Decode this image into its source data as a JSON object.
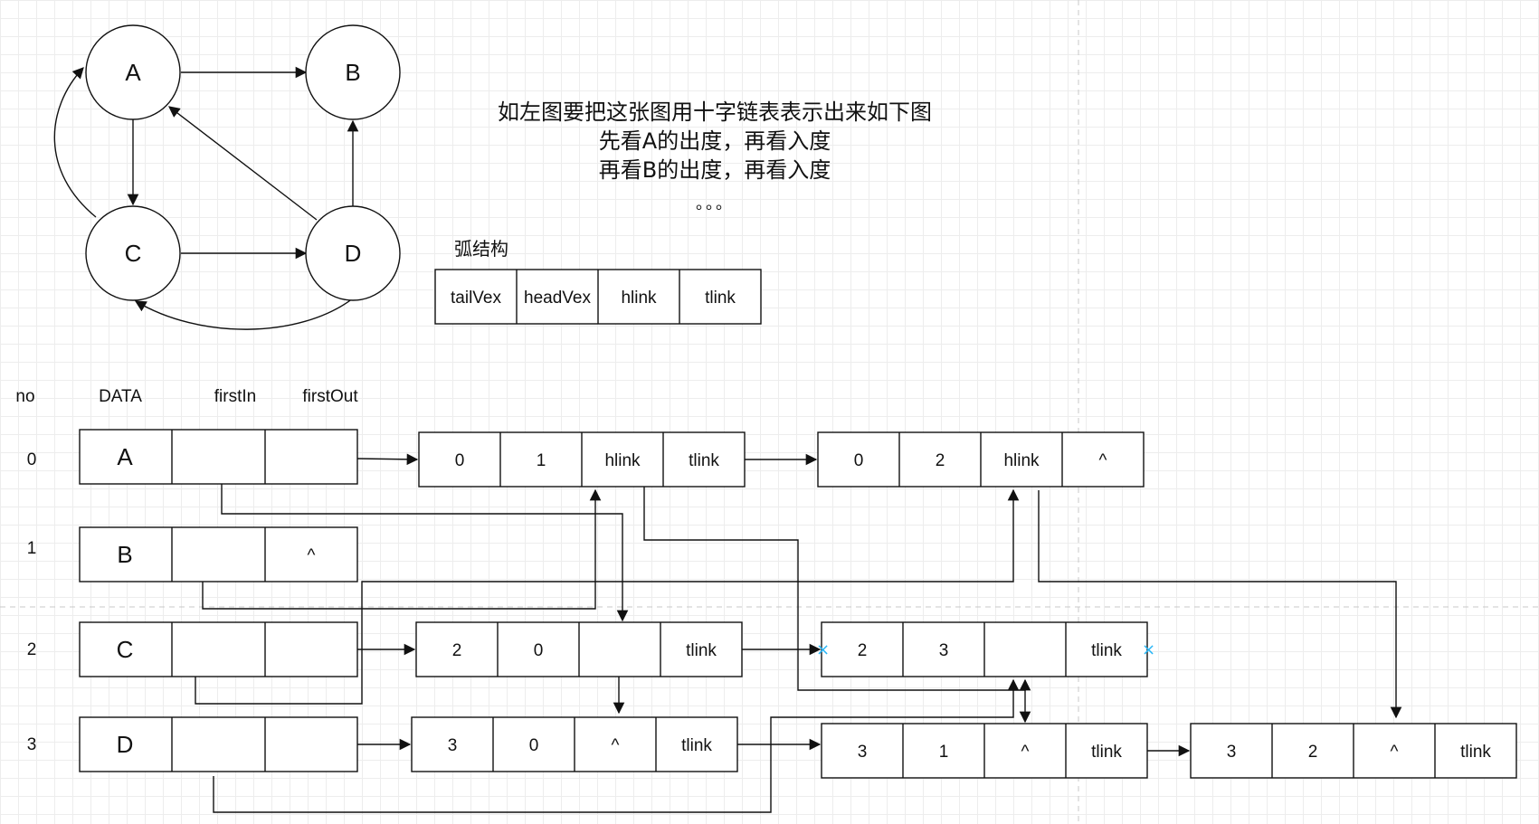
{
  "graph": {
    "nodes": [
      "A",
      "B",
      "C",
      "D"
    ],
    "edges": [
      [
        "A",
        "B"
      ],
      [
        "A",
        "C"
      ],
      [
        "C",
        "D"
      ],
      [
        "D",
        "B"
      ],
      [
        "D",
        "A"
      ],
      [
        "C",
        "A"
      ],
      [
        "D",
        "C"
      ]
    ]
  },
  "note": {
    "lines": [
      "如左图要把这张图用十字链表表示出来如下图",
      "先看A的出度，再看入度",
      "再看B的出度，再看入度",
      "。。。"
    ]
  },
  "arc_structure": {
    "label": "弧结构",
    "fields": [
      "tailVex",
      "headVex",
      "hlink",
      "tlink"
    ]
  },
  "vertex_table": {
    "headers": [
      "no",
      "DATA",
      "firstIn",
      "firstOut"
    ],
    "rows": [
      {
        "no": "0",
        "data": "A",
        "firstIn": "",
        "firstOut": ""
      },
      {
        "no": "1",
        "data": "B",
        "firstIn": "",
        "firstOut": "^"
      },
      {
        "no": "2",
        "data": "C",
        "firstIn": "",
        "firstOut": ""
      },
      {
        "no": "3",
        "data": "D",
        "firstIn": "",
        "firstOut": ""
      }
    ]
  },
  "arc_nodes": [
    {
      "id": "a01",
      "cells": [
        "0",
        "1",
        "hlink",
        "tlink"
      ]
    },
    {
      "id": "a02",
      "cells": [
        "0",
        "2",
        "hlink",
        "^"
      ]
    },
    {
      "id": "a20",
      "cells": [
        "2",
        "0",
        "",
        "tlink"
      ]
    },
    {
      "id": "a23",
      "cells": [
        "2",
        "3",
        "",
        "tlink"
      ]
    },
    {
      "id": "a30",
      "cells": [
        "3",
        "0",
        "^",
        "tlink"
      ]
    },
    {
      "id": "a31",
      "cells": [
        "3",
        "1",
        "^",
        "tlink"
      ]
    },
    {
      "id": "a32",
      "cells": [
        "3",
        "2",
        "^",
        "tlink"
      ]
    }
  ]
}
